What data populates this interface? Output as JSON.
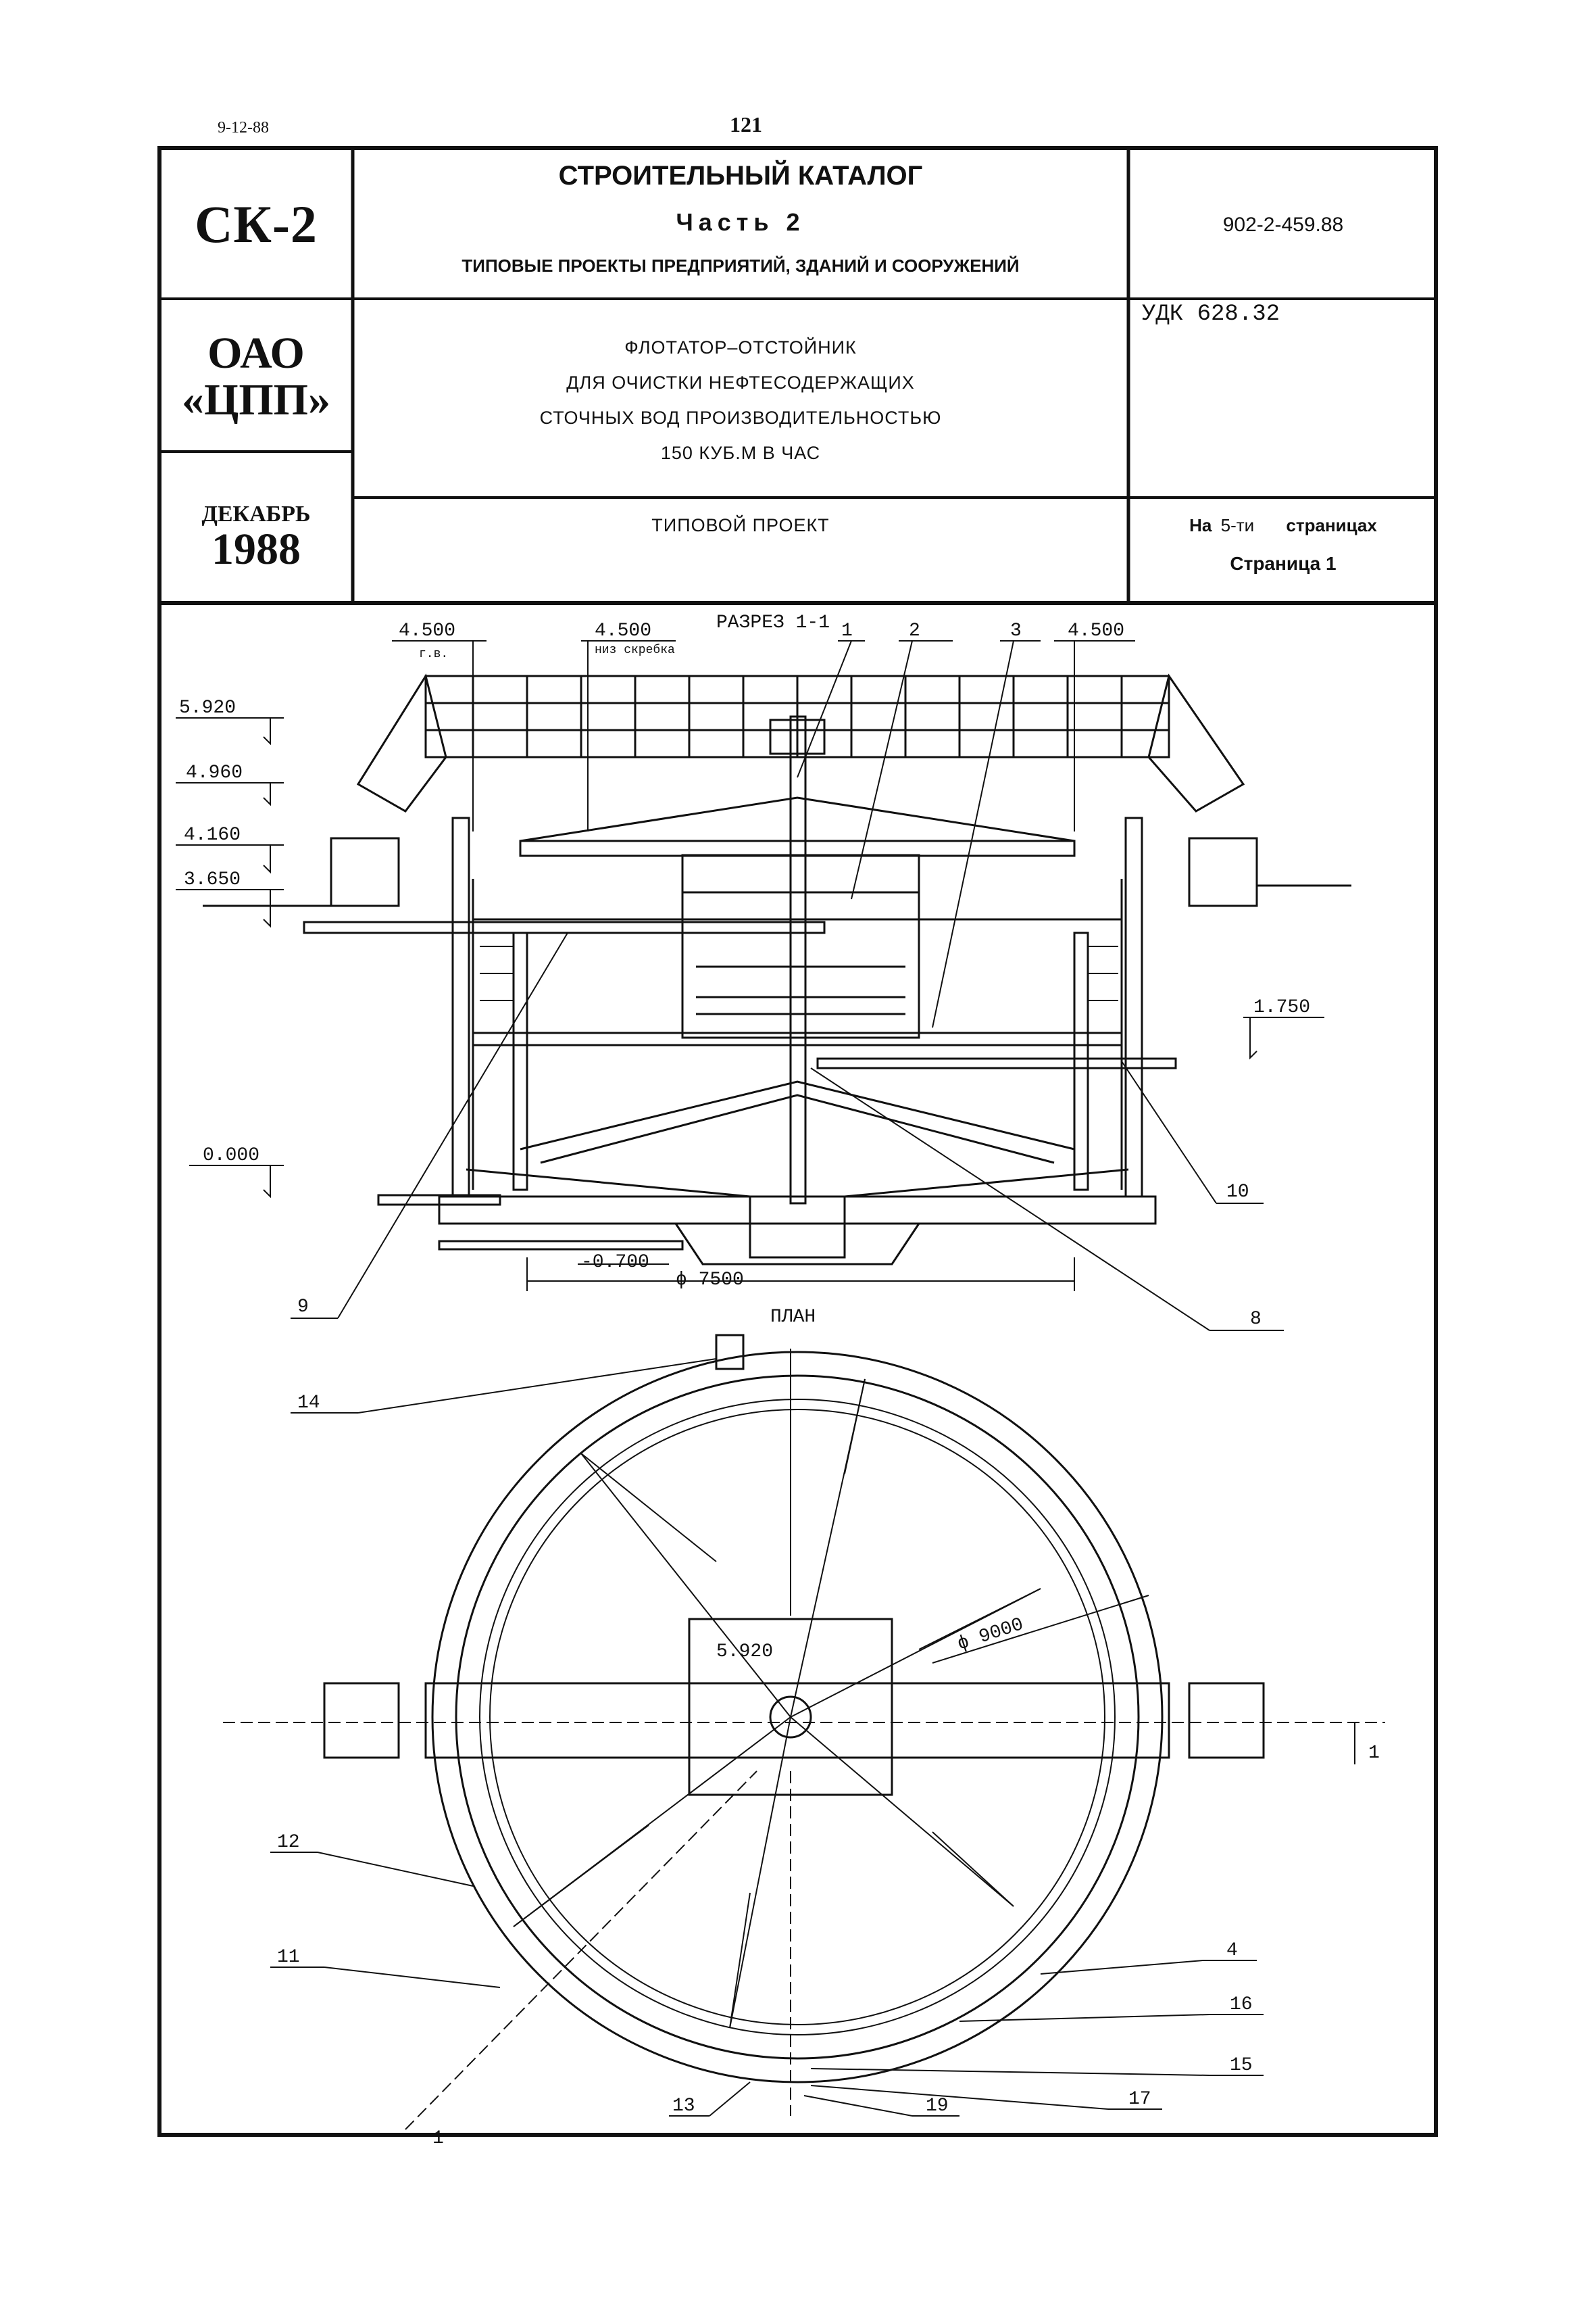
{
  "top": {
    "date": "9-12-88",
    "page_number": "121"
  },
  "stamp": {
    "code": "СК-2",
    "org_line1": "ОАО",
    "org_line2": "«ЦПП»",
    "month": "ДЕКАБРЬ",
    "year": "1988"
  },
  "header": {
    "catalog_title": "СТРОИТЕЛЬНЫЙ КАТАЛОГ",
    "part": "Часть 2",
    "part_subtitle": "ТИПОВЫЕ ПРОЕКТЫ ПРЕДПРИЯТИЙ, ЗДАНИЙ И СООРУЖЕНИЙ",
    "project_number": "902-2-459.88",
    "udc": "УДК 628.32",
    "description_lines": [
      "ФЛОТАТОР–ОТСТОЙНИК",
      "ДЛЯ ОЧИСТКИ НЕФТЕСОДЕРЖАЩИХ",
      "СТОЧНЫХ ВОД ПРОИЗВОДИТЕЛЬНОСТЬЮ",
      "150 КУБ.М В ЧАС"
    ],
    "project_type": "ТИПОВОЙ ПРОЕКТ",
    "pages_prefix": "На",
    "pages_count": "5-ти",
    "pages_suffix": "страницах",
    "page_label": "Страница 1"
  },
  "section": {
    "title": "РАЗРЕЗ 1-1",
    "elevations": [
      "5.920",
      "4.960",
      "4.160",
      "3.650",
      "0.000",
      "1.750",
      "-0.700"
    ],
    "top_marks": [
      {
        "value": "4.500",
        "sub": "г.в."
      },
      {
        "value": "4.500",
        "sub": "низ скребка"
      },
      {
        "value": "4.500",
        "sub": ""
      }
    ],
    "diameter": "ϕ 7500",
    "callouts": [
      "1",
      "2",
      "3",
      "10",
      "9",
      "8"
    ]
  },
  "plan": {
    "title": "ПЛАН",
    "center_elevation": "5.920",
    "diameter": "ϕ 9000",
    "section_mark": "1",
    "callouts": [
      "14",
      "12",
      "11",
      "4",
      "16",
      "15",
      "17",
      "19",
      "13",
      "1"
    ]
  }
}
